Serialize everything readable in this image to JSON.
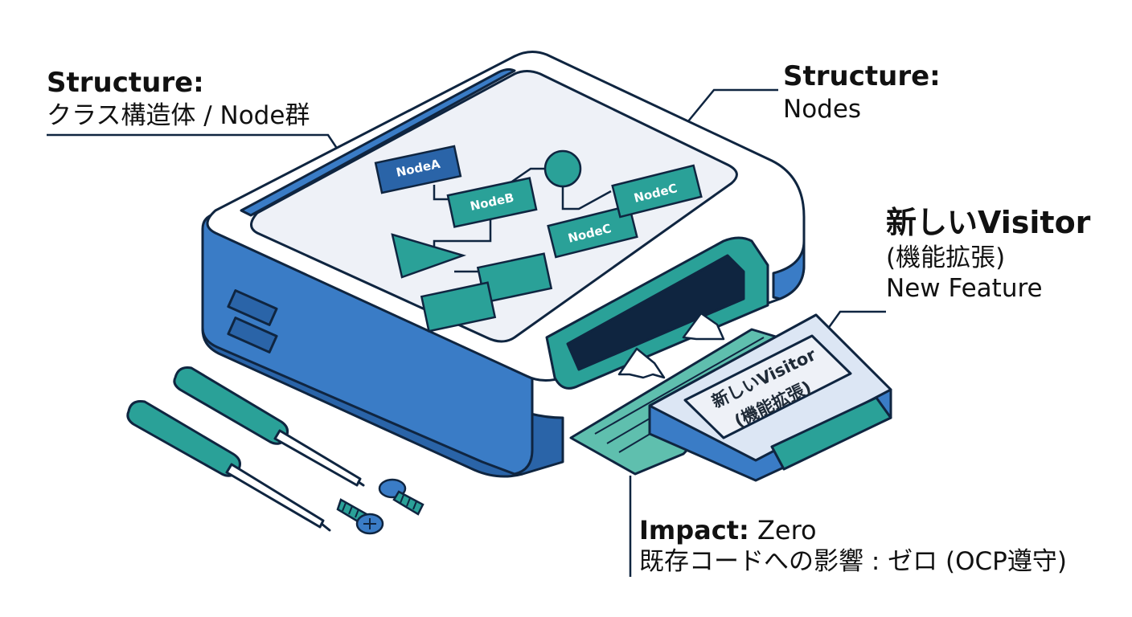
{
  "labels": {
    "top_left": {
      "heading": "Structure:",
      "text": "クラス構造体 / Node群"
    },
    "top_right": {
      "heading": "Structure:",
      "text": "Nodes"
    },
    "right": {
      "heading": "新しいVisitor",
      "line2": "(機能拡張)",
      "line3": "New Feature"
    },
    "bottom": {
      "heading": "Impact:",
      "heading_value": "Zero",
      "text": "既存コードへの影響 : ゼロ (OCP遵守)"
    }
  },
  "nodes": {
    "a": "NodeA",
    "b": "NodeB",
    "c1": "NodeC",
    "c2": "NodeC"
  },
  "card": {
    "line1": "新しいVisitor",
    "line2": "(機能拡張)"
  },
  "colors": {
    "outline": "#0f2540",
    "blue": "#3a7cc6",
    "blue_dark": "#2a64a8",
    "teal": "#2aa198",
    "teal_light": "#5fbfae",
    "panel": "#eef1f7",
    "card_face": "#dce6f4"
  },
  "icons": [
    "screwdriver-icon",
    "screw-icon",
    "up-arrow-icon"
  ]
}
